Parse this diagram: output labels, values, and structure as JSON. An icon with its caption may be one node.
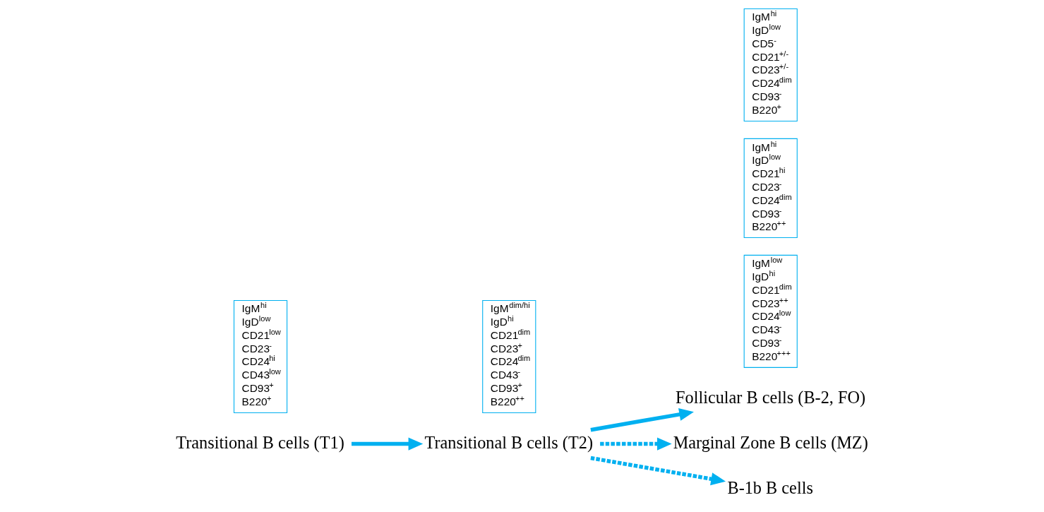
{
  "diagram": {
    "nodes": [
      {
        "text": [
          "Transitional B cells (T1)"
        ]
      },
      {
        "text": [
          "IgM$^{hi}$",
          "IgD$^{low}$",
          "CD21$^{low}$",
          "CD23$^{-}$",
          "CD24$^{hi}$",
          "CD43$^{low}$",
          "CD93$^{+}$",
          "B220$^{+}$"
        ]
      },
      {
        "text": [
          "Transitional B cells (T2)"
        ]
      },
      {
        "text": [
          "IgM$^{dim/hi}$",
          "IgD$^{hi}$",
          "CD21$^{dim}$",
          "CD23$^{+}$",
          "CD24$^{dim}$",
          "CD43$^{-}$",
          "CD93$^{+}$",
          "B220$^{++}$"
        ]
      },
      {
        "text": [
          "Follicular B cells (B-2, FO)"
        ]
      },
      {
        "text": [
          "IgM$^{low}$",
          "IgD$^{hi}$",
          "CD21$^{dim}$",
          "CD23$^{++}$",
          "CD24$^{low}$",
          "CD43$^{-}$",
          "CD93$^{-}$",
          "B220$^{+++}$"
        ]
      },
      {
        "text": [
          "Marginal Zone B cells (MZ)"
        ]
      },
      {
        "text": [
          "IgM$^{hi}$",
          "IgD$^{low}$",
          "CD21$^{hi}$",
          "CD23$^{-}$",
          "CD24$^{dim}$",
          "CD93$^{-}$",
          "B220$^{++}$"
        ]
      },
      {
        "text": [
          "B-1b B cells"
        ]
      },
      {
        "text": [
          "IgM$^{hi}$",
          "IgD$^{low}$",
          "CD5$^{-}$",
          "CD21$^{+/-}$",
          "CD23$^{+/-}$",
          "CD24$^{dim}$",
          "CD93$^{-}$",
          "B220$^{+}$"
        ]
      }
    ],
    "edges": [
      {
        "from": 0,
        "to": 2,
        "arrow": "to"
      },
      {
        "from": 2,
        "to": 4,
        "arrow": "to"
      },
      {
        "from": 2,
        "to": 6,
        "arrow": "to",
        "style": "dashed"
      },
      {
        "from": 2,
        "to": 8,
        "arrow": "to",
        "style": "dashed"
      }
    ]
  }
}
